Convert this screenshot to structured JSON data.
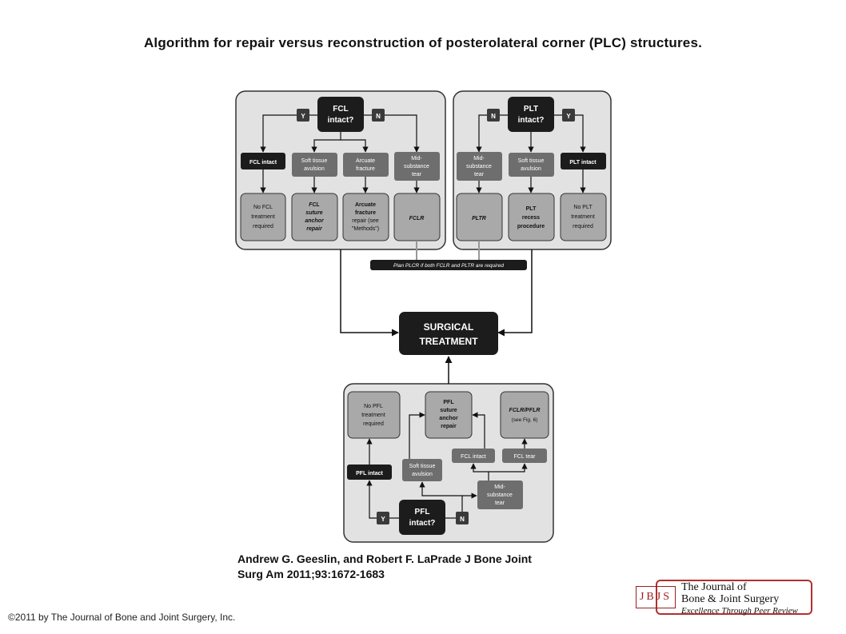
{
  "title": "Algorithm for repair versus reconstruction of posterolateral corner (PLC) structures.",
  "citation": {
    "line1": "Andrew G. Geeslin, and Robert F. LaPrade J Bone Joint",
    "line2": "Surg Am 2011;93:1672-1683"
  },
  "copyright": "©2011 by The Journal of Bone and Joint Surgery, Inc.",
  "logo": {
    "mark": "JBJS",
    "line1": "The Journal of",
    "line2": "Bone & Joint Surgery",
    "line3": "Excellence Through Peer Review"
  },
  "colors": {
    "panel_bg": "#e2e2e2",
    "dark_node": "#1c1c1c",
    "mid_node": "#6e6e6e",
    "light_node": "#a9a9a9",
    "accent": "#9a2020"
  },
  "fcl_panel": {
    "question": [
      "FCL",
      "intact?"
    ],
    "yes": "Y",
    "no": "N",
    "branches": [
      {
        "label": [
          "FCL intact"
        ],
        "outcome": [
          "No FCL",
          "treatment",
          "required"
        ]
      },
      {
        "label": [
          "Soft tissue",
          "avulsion"
        ],
        "outcome": [
          "FCL",
          "suture",
          "anchor",
          "repair"
        ]
      },
      {
        "label": [
          "Arcuate",
          "fracture"
        ],
        "outcome": [
          "Arcuate",
          "fracture",
          "repair (see",
          "\"Methods\")"
        ]
      },
      {
        "label": [
          "Mid-",
          "substance",
          "tear"
        ],
        "outcome": [
          "FCLR"
        ]
      }
    ]
  },
  "plt_panel": {
    "question": [
      "PLT",
      "intact?"
    ],
    "yes": "Y",
    "no": "N",
    "branches": [
      {
        "label": [
          "Mid-",
          "substance",
          "tear"
        ],
        "outcome": [
          "PLTR"
        ]
      },
      {
        "label": [
          "Soft tissue",
          "avulsion"
        ],
        "outcome": [
          "PLT",
          "recess",
          "procedure"
        ]
      },
      {
        "label": [
          "PLT intact"
        ],
        "outcome": [
          "No PLT",
          "treatment",
          "required"
        ]
      }
    ]
  },
  "plan_note": "Plan PLCR if both FCLR and PLTR are required",
  "surgical": [
    "SURGICAL",
    "TREATMENT"
  ],
  "pfl_panel": {
    "question": [
      "PFL",
      "intact?"
    ],
    "yes": "Y",
    "no": "N",
    "outcomes": [
      [
        "No PFL",
        "treatment",
        "required"
      ],
      [
        "PFL",
        "suture",
        "anchor",
        "repair"
      ],
      [
        "FCLR/PFLR",
        "(see Fig. 6)"
      ]
    ],
    "pfl_intact": "PFL intact",
    "soft_tissue": [
      "Soft tissue",
      "avulsion"
    ],
    "fcl_intact": "FCL intact",
    "fcl_tear": "FCL tear",
    "mid_substance": [
      "Mid-",
      "substance",
      "tear"
    ]
  }
}
